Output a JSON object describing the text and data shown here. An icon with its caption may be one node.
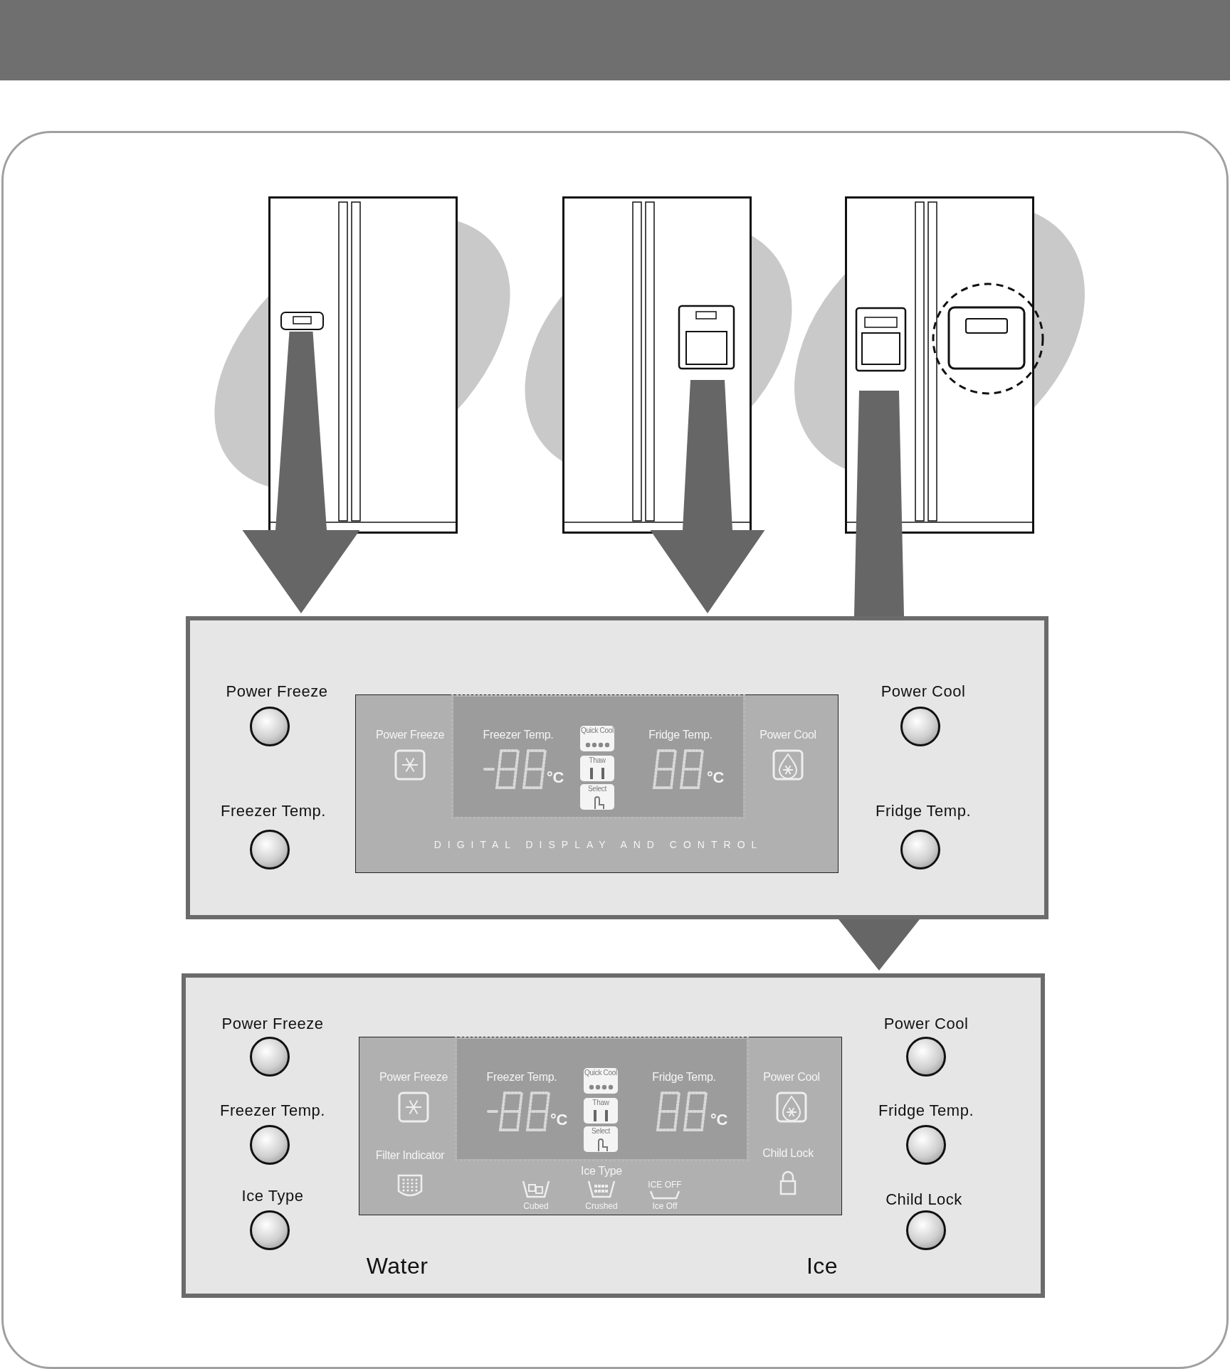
{
  "diagram": {
    "nodes": [
      {
        "text": [],
        "shape": "picture"
      },
      {
        "text": [],
        "shape": "picture"
      },
      {
        "text": [],
        "shape": "picture"
      },
      {
        "text": [],
        "shape": "box"
      },
      {
        "text": [
          "Power Freeze"
        ],
        "in": 3
      },
      {
        "text": [
          "Power Cool"
        ],
        "in": 3
      },
      {
        "text": [
          "Freezer Temp."
        ],
        "in": 3
      },
      {
        "text": [
          "Fridge Temp."
        ],
        "in": 3
      },
      {
        "text": [
          "Power Freeze",
          "Freezer Temp.",
          "°C",
          "Quick Cool",
          "Thaw",
          "Select",
          "Fridge Temp.",
          "°C",
          "Power Cool",
          "DIGITAL DISPLAY AND CONTROL"
        ],
        "in": 3
      },
      {
        "text": [
          "Water",
          "Ice"
        ]
      },
      {
        "text": [
          "Power Freeze"
        ],
        "in": 9
      },
      {
        "text": [
          "Power Cool"
        ],
        "in": 9
      },
      {
        "text": [
          "Freezer Temp."
        ],
        "in": 9
      },
      {
        "text": [
          "Fridge Temp."
        ],
        "in": 9
      },
      {
        "text": [
          "Ice Type"
        ],
        "in": 9
      },
      {
        "text": [
          "Child Lock"
        ],
        "in": 9
      },
      {
        "text": [
          "Power Freeze",
          "Freezer Temp.",
          "°C",
          "Quick Cool",
          "Thaw",
          "Select",
          "Fridge Temp.",
          "°C",
          "Power Cool",
          "Filter Indicator",
          "Child Lock",
          "Ice Type",
          "ICE OFF",
          "Cubed",
          "Crushed",
          "Ice Off"
        ],
        "in": 9
      }
    ],
    "edges": [
      {
        "from": 0,
        "to": 3,
        "arrow": "to"
      },
      {
        "from": 1,
        "to": 3,
        "arrow": "to"
      },
      {
        "from": 2,
        "to": 3,
        "arrow": "none"
      },
      {
        "from": 3,
        "to": 9,
        "arrow": "to"
      }
    ]
  }
}
